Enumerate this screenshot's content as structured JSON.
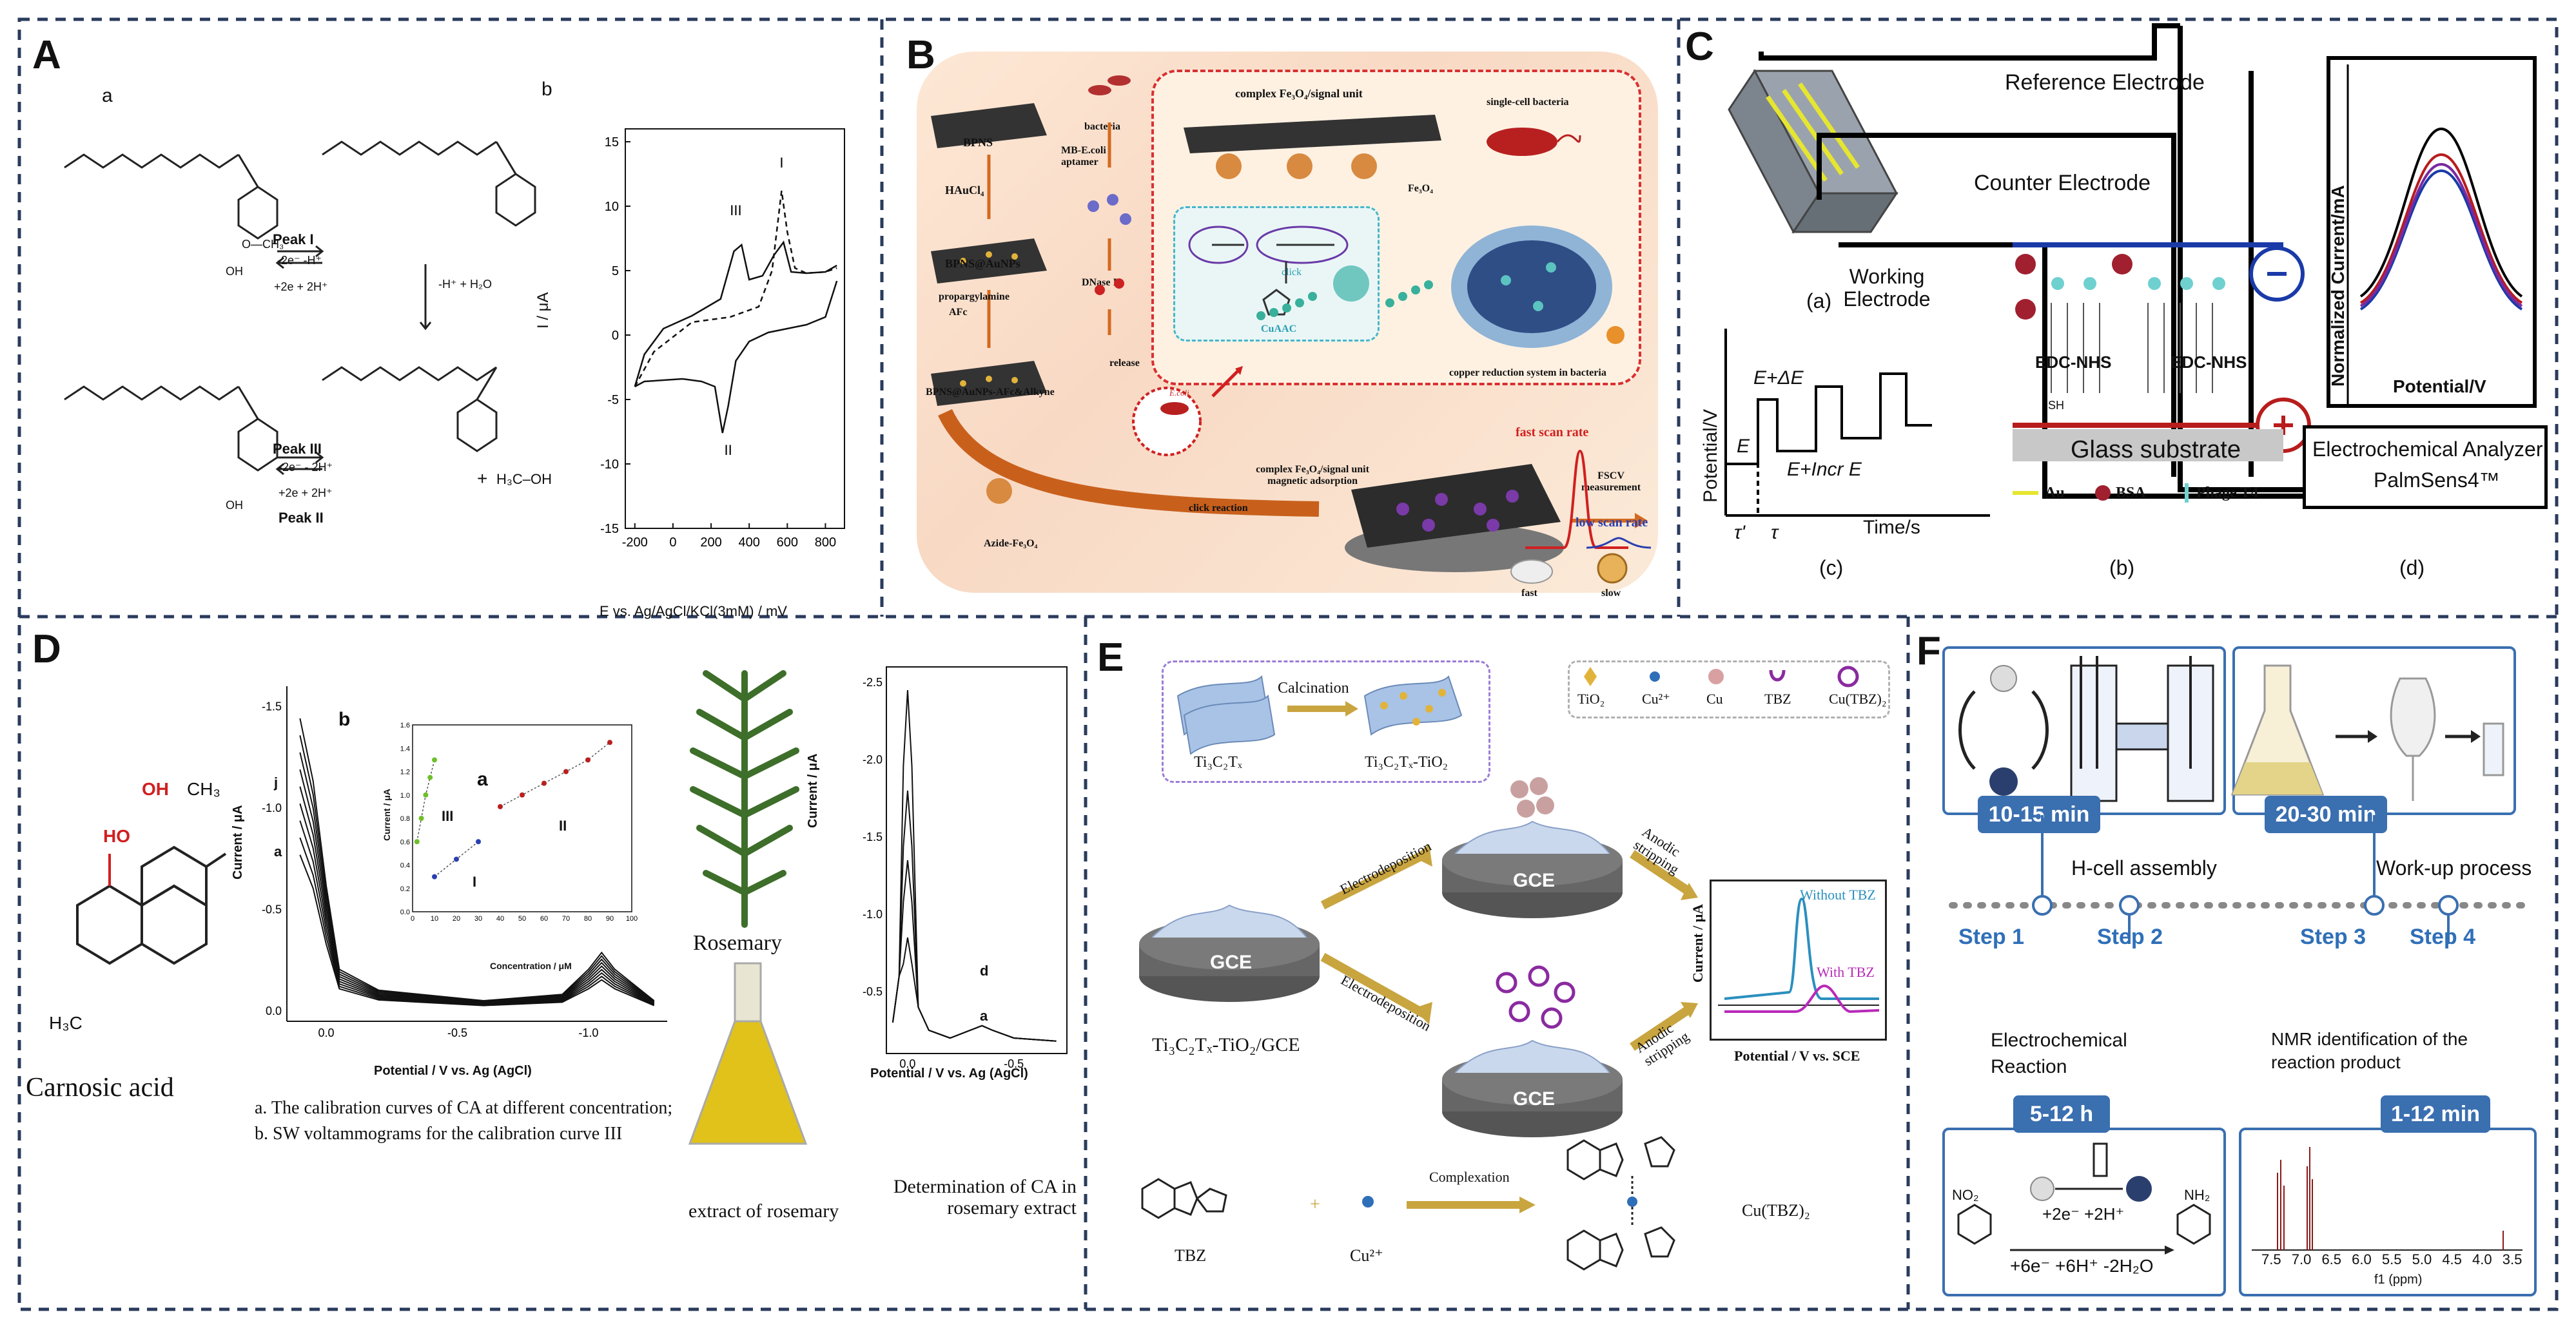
{
  "panels": {
    "A": {
      "label": "A",
      "sub_a": "a",
      "sub_b": "b",
      "peak1": "Peak I",
      "peak3": "Peak III",
      "peak2": "Peak II",
      "rx1_top": "-2e⁻ -H⁺",
      "rx1_bot": "+2e + 2H⁺",
      "rx2": "-H⁺ + H₂O",
      "rx3_top": "-2e⁻ - 2H⁺",
      "rx3_bot": "+2e + 2H⁺",
      "methanol": "H₃C–OH",
      "plus": "+",
      "oh": "OH",
      "och3": "O—CH₃",
      "chart_data": {
        "type": "line",
        "xlabel": "E vs. Ag/AgCl/KCl(3mM) / mV",
        "ylabel": "I / μA",
        "xticks": [
          "-200",
          "0",
          "200",
          "400",
          "600",
          "800"
        ],
        "yticks": [
          "15",
          "10",
          "5",
          "0",
          "-5",
          "-10",
          "-15"
        ],
        "xlim": [
          -250,
          900
        ],
        "ylim": [
          -15,
          16
        ],
        "peak_labels": [
          "I",
          "II",
          "III"
        ],
        "series": [
          {
            "x": [
              -200,
              -150,
              -50,
              100,
              250,
              320,
              360,
              400,
              470,
              530,
              580,
              620,
              700,
              800,
              860
            ],
            "y": [
              -4,
              -1.5,
              0.5,
              1.5,
              2.8,
              6.5,
              7,
              4.3,
              4.6,
              6.2,
              7.2,
              4.9,
              4.8,
              4.9,
              5.4
            ]
          },
          {
            "x": [
              860,
              800,
              700,
              600,
              500,
              400,
              330,
              290,
              260,
              220,
              150,
              50,
              -50,
              -150,
              -200
            ],
            "y": [
              4.2,
              1.4,
              0.8,
              0.5,
              0.2,
              -0.5,
              -2,
              -5.5,
              -7.6,
              -4,
              -3.6,
              -3.4,
              -3.5,
              -3.6,
              -4
            ]
          },
          {
            "x": [
              -200,
              -100,
              100,
              300,
              450,
              520,
              570,
              600,
              640,
              700,
              800,
              860
            ],
            "y": [
              -4,
              -1.3,
              1,
              1.4,
              2.2,
              5,
              11.2,
              8,
              5.2,
              4.8,
              4.9,
              5.2
            ]
          }
        ]
      }
    },
    "B": {
      "label": "B",
      "bpns": "BPNS",
      "haucl": "HAuCl₄",
      "bpns_au": "BPNS@AuNPs",
      "proparg": "propargylamine",
      "afc": "AFc",
      "bpns_full": "BPNS@AuNPs-AFc&Alkyne",
      "bacteria": "bacteria",
      "aptamer": "MB-E.coli aptamer",
      "dnase": "DNase I",
      "release": "release",
      "complex_top": "complex Fe₃O₄/signal unit",
      "single_cell": "single-cell bacteria",
      "cuaac": "CuAAC",
      "click": "click",
      "copper_sys": "copper reduction system in bacteria",
      "complex_bottom": "complex Fe₃O₄/signal unit magnetic adsorption",
      "click_reaction": "click reaction",
      "azide": "Azide-Fe₃O₄",
      "fscv": "FSCV measurement",
      "fast_scan": "fast scan rate",
      "low_scan": "low scan rate",
      "fast": "fast",
      "slow": "slow",
      "ecoli": "E.coli",
      "fe3o4": "Fe₃O₄"
    },
    "C": {
      "label": "C",
      "ref": "Reference Electrode",
      "counter": "Counter Electrode",
      "working": "Working Electrode",
      "sub_a": "(a)",
      "sub_b": "(b)",
      "sub_c": "(c)",
      "sub_d": "(d)",
      "e_de": "E+ΔE",
      "e": "E",
      "e_incr": "E+Incr E",
      "tau_p": "τ'",
      "tau": "τ",
      "time": "Time/s",
      "potential": "Potential/V",
      "edc1": "EDC-NHS",
      "edc2": "EDC-NHS",
      "glass": "Glass substrate",
      "au": "Au",
      "bsa": "BSA",
      "phage": "Phage T4",
      "norm_current": "Normalized Current/mA",
      "potential_d": "Potential/V",
      "analyzer_1": "Electrochemical Analyzer",
      "analyzer_2": "PalmSens4™",
      "sh": "SH"
    },
    "D": {
      "label": "D",
      "carnosic": "Carnosic acid",
      "ho": "HO",
      "oh": "OH",
      "ch3": "CH₃",
      "h3c": "H₃C",
      "rosemary": "Rosemary",
      "extract": "extract of rosemary",
      "caption_a": "a. The calibration curves of CA at different concentration;",
      "caption_b": "b. SW voltammograms for the calibration curve III",
      "determination": "Determination of CA in rosemary extract",
      "chart_data": [
        {
          "type": "line",
          "xlabel": "Potential / V vs. Ag (AgCl)",
          "ylabel": "Current / μA",
          "xticks": [
            "0.0",
            "-0.5",
            "-1.0"
          ],
          "yticks": [
            "-1.5",
            "-1.0",
            "-0.5",
            "0.0"
          ],
          "labels": [
            "b",
            "j",
            "a"
          ],
          "series": [
            {
              "name": "a",
              "x": [
                0.1,
                0.05,
                0.0,
                -0.05,
                -0.2,
                -0.6,
                -0.9,
                -1.0,
                -1.05,
                -1.1,
                -1.25
              ],
              "y": [
                -1.4,
                -1.1,
                -0.6,
                -0.2,
                -0.1,
                -0.05,
                -0.08,
                -0.2,
                -0.28,
                -0.2,
                -0.05
              ]
            }
          ]
        },
        {
          "type": "scatter",
          "xlabel": "Concentration / μM",
          "ylabel": "Current / μA",
          "xticks": [
            "0",
            "10",
            "20",
            "30",
            "40",
            "50",
            "60",
            "70",
            "80",
            "90",
            "100"
          ],
          "yticks": [
            "0.0",
            "0.2",
            "0.4",
            "0.6",
            "0.8",
            "1.0",
            "1.2",
            "1.4",
            "1.6"
          ],
          "labels": [
            "a",
            "I",
            "II",
            "III"
          ],
          "series": [
            {
              "name": "I",
              "x": [
                10,
                20,
                30
              ],
              "y": [
                0.3,
                0.45,
                0.6
              ]
            },
            {
              "name": "II",
              "x": [
                40,
                50,
                60,
                70,
                80,
                90
              ],
              "y": [
                0.9,
                1.0,
                1.1,
                1.2,
                1.3,
                1.45
              ]
            },
            {
              "name": "III",
              "x": [
                2,
                4,
                6,
                8,
                10
              ],
              "y": [
                0.6,
                0.8,
                1.0,
                1.15,
                1.3
              ]
            }
          ]
        },
        {
          "type": "line",
          "xlabel": "Potential / V vs. Ag (AgCl)",
          "ylabel": "Current / μA",
          "xticks": [
            "0.0",
            "-0.5"
          ],
          "yticks": [
            "-2.5",
            "-2.0",
            "-1.5",
            "-1.0",
            "-0.5"
          ],
          "labels": [
            "d",
            "a"
          ]
        }
      ]
    },
    "E": {
      "label": "E",
      "calcination": "Calcination",
      "ti3c2": "Ti₃C₂Tₓ",
      "ti3c2tio2": "Ti₃C₂Tₓ-TiO₂",
      "legend": [
        "TiO₂",
        "Cu²⁺",
        "Cu",
        "TBZ",
        "Cu(TBZ)₂"
      ],
      "gce": "GCE",
      "electrodeposition": "Electrodeposition",
      "anodic": "Anodic stripping",
      "electrode_label": "Ti₃C₂Tₓ-TiO₂/GCE",
      "without": "Without TBZ",
      "with": "With TBZ",
      "current": "Current / μA",
      "potential": "Potential / V vs. SCE",
      "tbz": "TBZ",
      "cu": "Cu²⁺",
      "complexation": "Complexation",
      "cutbz": "Cu(TBZ)₂"
    },
    "F": {
      "label": "F",
      "time1": "10-15 min",
      "time2": "20-30 min",
      "time3": "5-12 h",
      "time4": "1-12 min",
      "hcell": "H-cell assembly",
      "workup": "Work-up process",
      "steps": [
        "Step 1",
        "Step 2",
        "Step 3",
        "Step 4"
      ],
      "electro": "Electrochemical Reaction",
      "nmr": "NMR identification of the reaction product",
      "rx_top": "+2e⁻ +2H⁺",
      "rx_bot": "+6e⁻ +6H⁺ -2H₂O",
      "no2": "NO₂",
      "nh2": "NH₂",
      "ppm_ticks": [
        "7.5",
        "7.0",
        "6.5",
        "6.0",
        "5.5",
        "5.0",
        "4.5",
        "4.0",
        "3.5"
      ],
      "ppm_label": "f1 (ppm)"
    }
  },
  "colors": {
    "dash": "#2a3b5c",
    "panel_b_bg": "#fbe6d4",
    "panel_f_blue": "#3a6fb0",
    "red": "#d42b2b",
    "c_blue": "#1a3aa8",
    "c_purple": "#7a2aa0"
  }
}
